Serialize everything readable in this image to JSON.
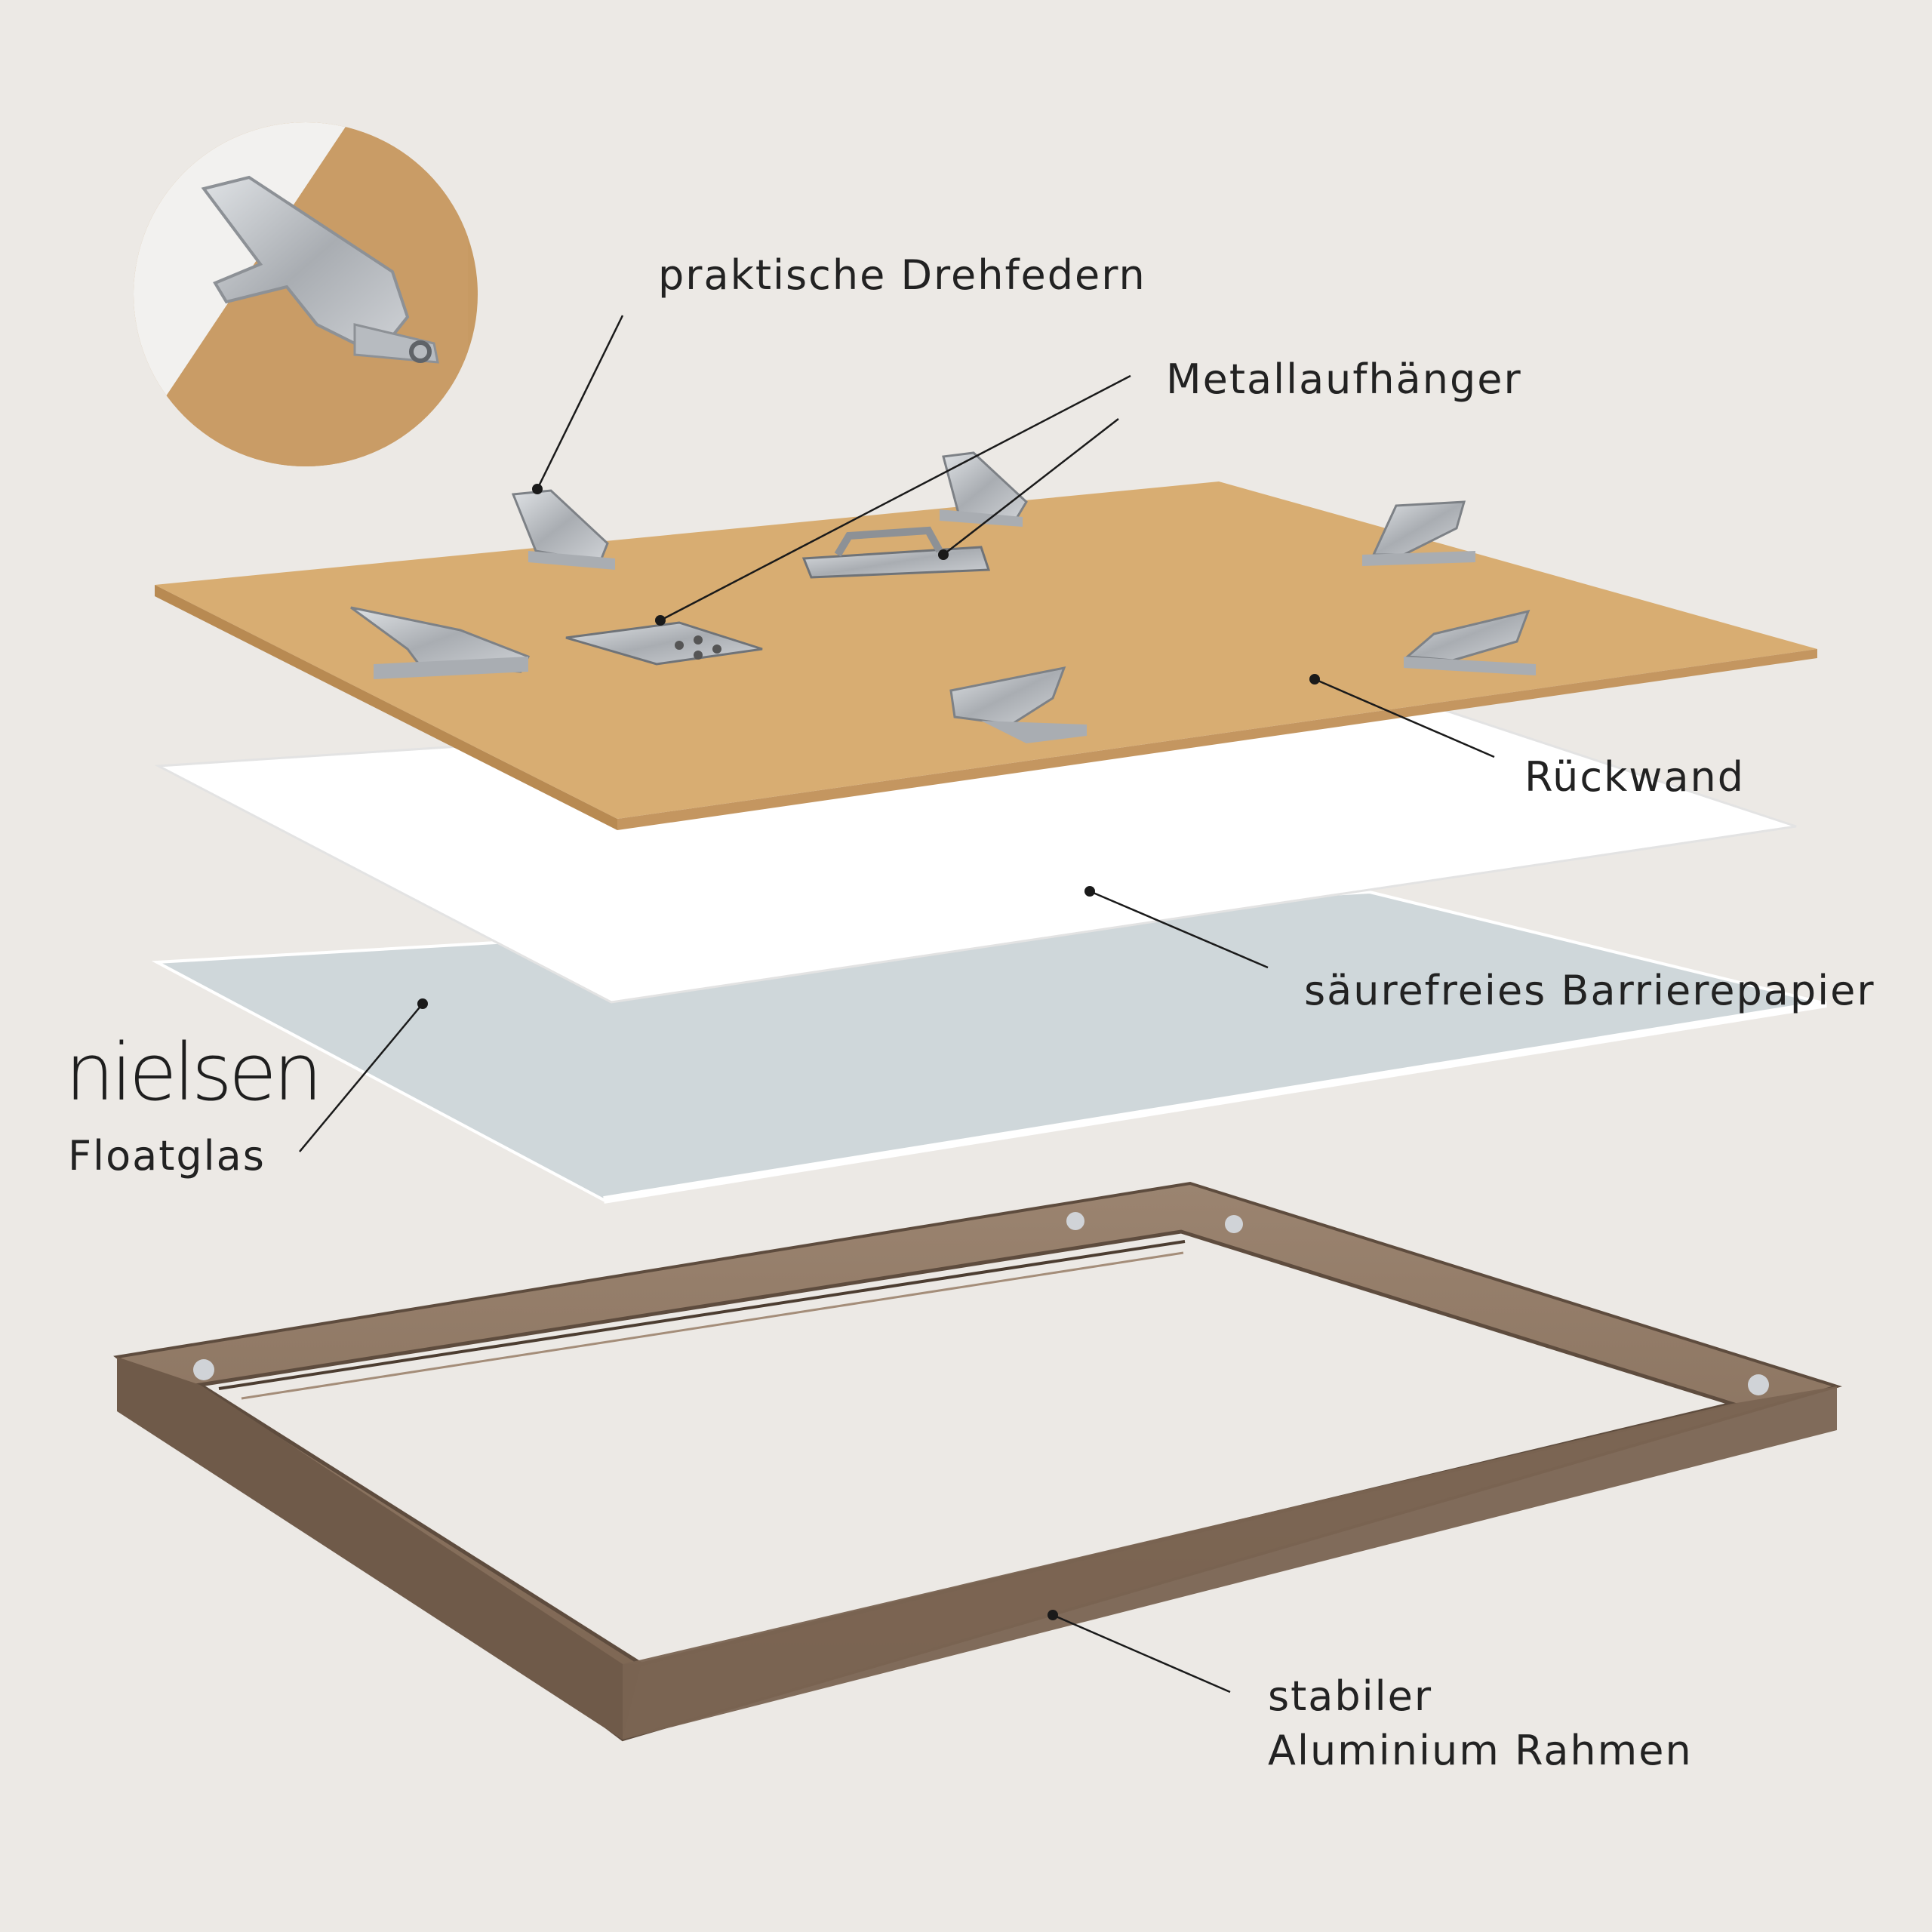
{
  "brand": {
    "logo": "nielsen",
    "icon": "nielsen-wordmark"
  },
  "labels": {
    "drehfedern": "praktische Drehfedern",
    "metallaufhaenger": "Metallaufhänger",
    "rueckwand": "Rückwand",
    "barrierepapier": "säurefreies Barrierepapier",
    "floatglas": "Floatglas",
    "rahmen_line1": "stabiler",
    "rahmen_line2": "Aluminium Rahmen"
  },
  "colors": {
    "background": "#ece9e5",
    "backboard": "#d8ad72",
    "backboard_edge": "#b88a52",
    "paper": "#ffffff",
    "glass": "#cfd7da",
    "frame": "#8d7560",
    "frame_dark": "#5e4c3e",
    "metal": "#b9bcc0",
    "leader": "#1a1a1a"
  }
}
